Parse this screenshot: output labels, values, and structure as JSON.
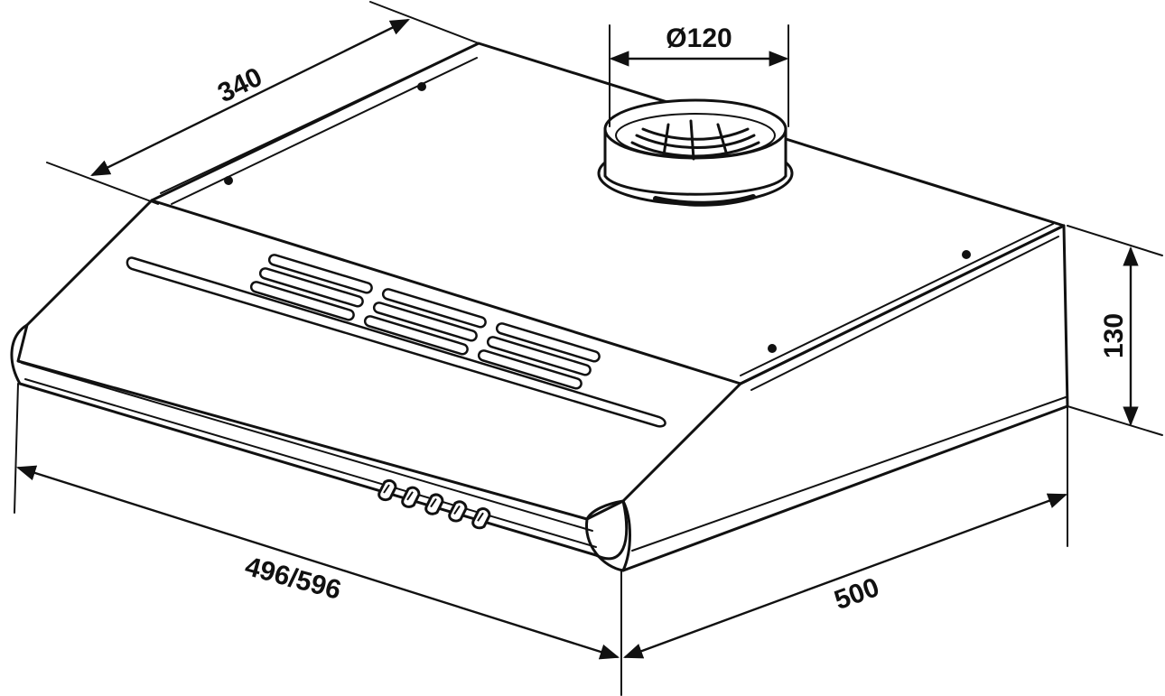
{
  "dimensions": {
    "depth": "340",
    "duct_diameter": "Ø120",
    "height": "130",
    "width": "496/596",
    "length": "500"
  },
  "colors": {
    "ink": "#111111",
    "background": "#ffffff"
  },
  "controls": {
    "knob_count": 5
  }
}
